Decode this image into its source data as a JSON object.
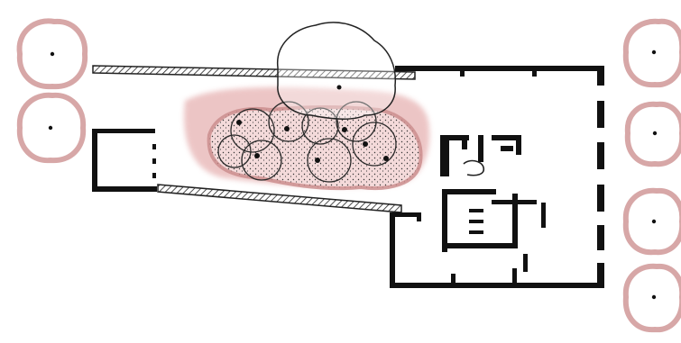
{
  "drawing": {
    "type": "architectural site plan sketch",
    "style": "hand-drawn ink with red watercolor wash",
    "colors": {
      "ink": "#111111",
      "tree_wash": "#c98a8a",
      "courtyard_wash": "#e8b7b7",
      "paper": "#ffffff"
    },
    "elements": {
      "perimeter_trees": 6,
      "courtyard_trees": 7,
      "large_overhanging_tree": 1
    }
  }
}
